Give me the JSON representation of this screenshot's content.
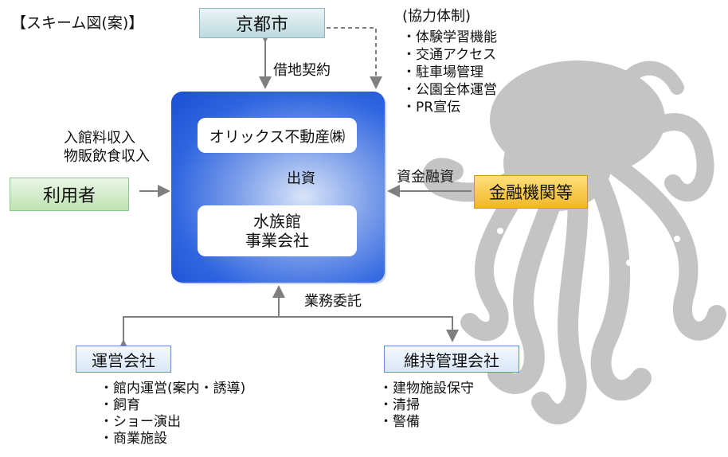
{
  "heading": "【スキーム図(案)】",
  "kyoto_city": "京都市",
  "lease_contract": "借地契約",
  "cooperation": {
    "title": "(協力体制)",
    "items": [
      "・体験学習機能",
      "・交通アクセス",
      "・駐車場管理",
      "・公園全体運営",
      "・PR宣伝"
    ]
  },
  "revenue": [
    "入館料収入",
    "物販飲食収入"
  ],
  "users": "利用者",
  "orix": "オリックス不動産㈱",
  "investment": "出資",
  "aquarium_company": [
    "水族館",
    "事業会社"
  ],
  "financing": "資金融資",
  "financial_institutions": "金融機関等",
  "outsourcing": "業務委託",
  "operating_company": {
    "label": "運営会社",
    "items": [
      "・館内運営(案内・誘導)",
      "・飼育",
      "・ショー演出",
      "・商業施設"
    ]
  },
  "maintenance_company": {
    "label": "維持管理会社",
    "items": [
      "・建物施設保守",
      "・清掃",
      "・警備"
    ]
  },
  "colors": {
    "octopus": "#c4c4c4",
    "blue_box": "#2f65e0",
    "kyoto_box": "#c8e2e4",
    "users_box": "#c6e6bb",
    "finance_box": "#f3bf3a",
    "subco_border": "#5b8fd6",
    "arrow": "#7f7f7f"
  }
}
